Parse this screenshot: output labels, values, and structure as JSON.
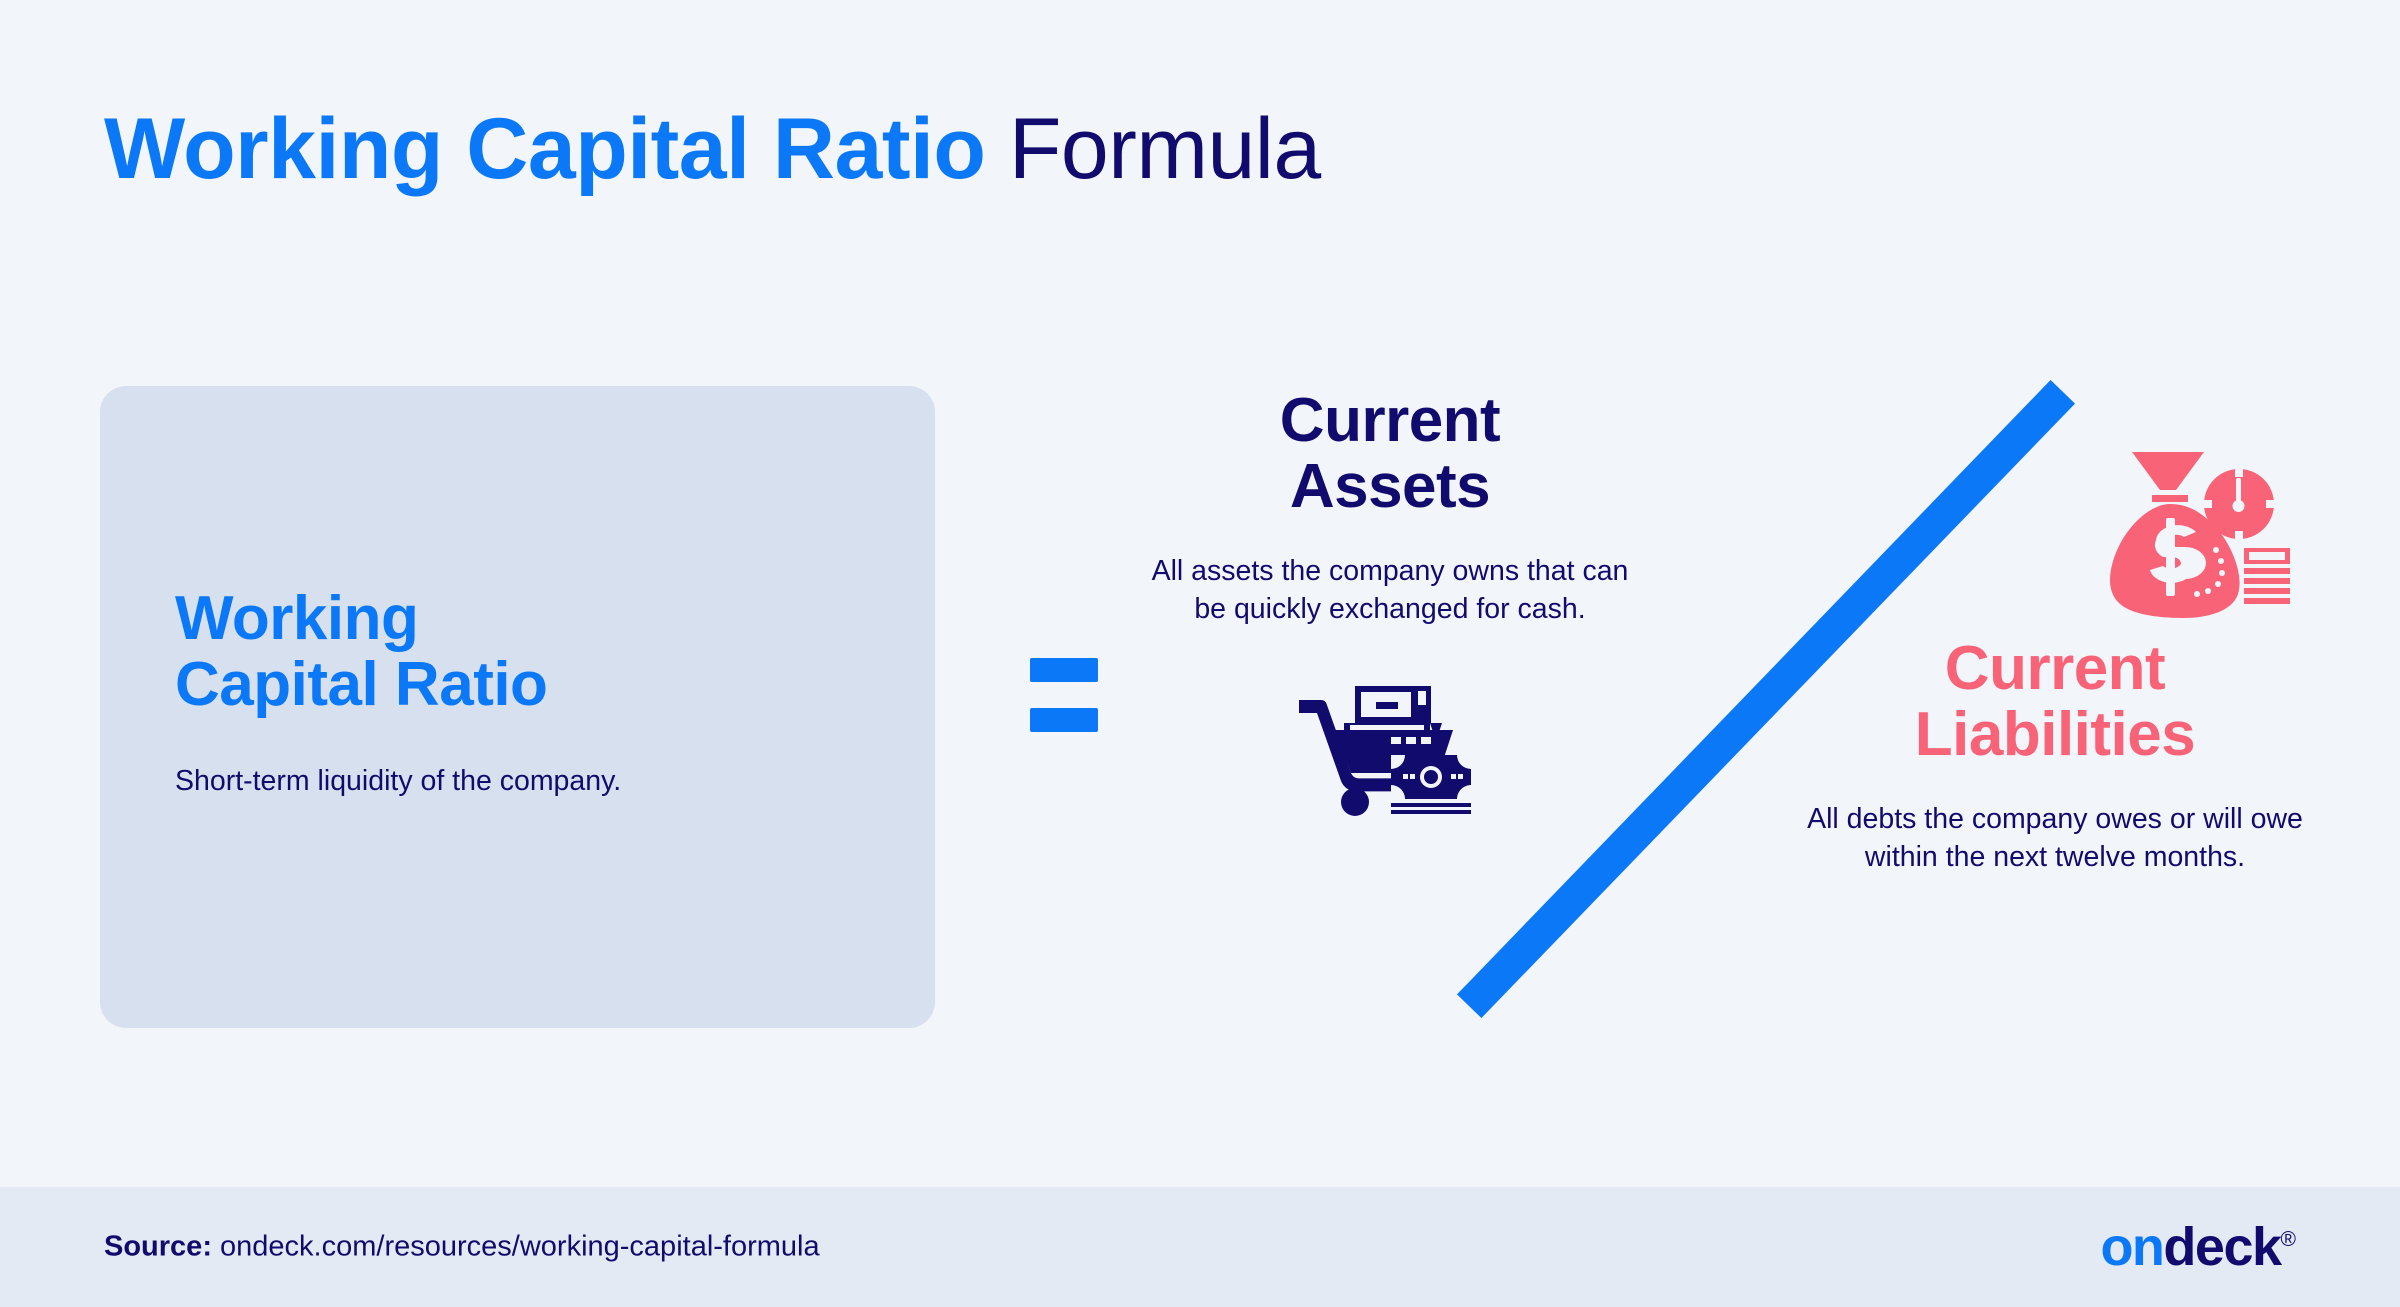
{
  "title": {
    "strong": "Working Capital Ratio",
    "light": "Formula"
  },
  "formula": {
    "left_card": {
      "heading": "Working\nCapital Ratio",
      "heading_line1": "Working",
      "heading_line2": "Capital Ratio",
      "subtitle": "Short-term liquidity of the company."
    },
    "operator": "=",
    "numerator": {
      "heading_line1": "Current",
      "heading_line2": "Assets",
      "description": "All assets the company owns that can be quickly exchanged for cash.",
      "icon": "shopping-cart-with-box-and-banknote-icon"
    },
    "divider": "diagonal-division-slash",
    "denominator": {
      "heading_line1": "Current",
      "heading_line2": "Liabilities",
      "description": "All debts the company owes or will owe within the next twelve months.",
      "icon": "money-bag-with-clock-and-bills-icon"
    }
  },
  "footer": {
    "source_label": "Source:",
    "source_value": "ondeck.com/resources/working-capital-formula",
    "logo": {
      "part1": "on",
      "part2": "deck",
      "registered": "®"
    }
  },
  "colors": {
    "page_background": "#f2f5fa",
    "card_background": "#d7e0ee",
    "footer_background": "#e4eaf3",
    "accent_blue": "#0b78f7",
    "navy": "#120b6e",
    "pink": "#f96378"
  }
}
